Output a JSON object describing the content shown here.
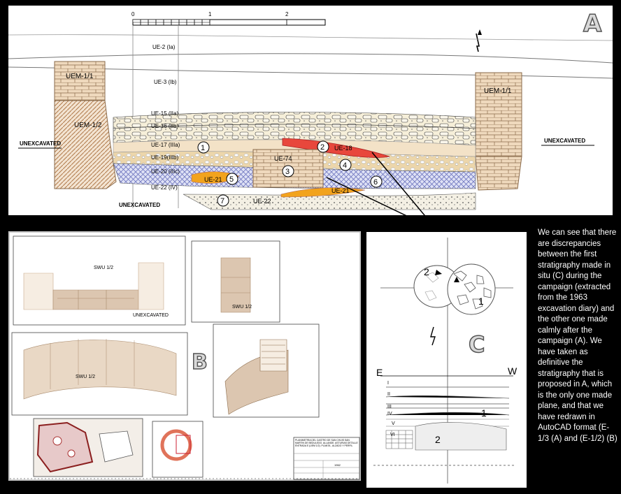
{
  "panel_a": {
    "letter": "A",
    "scale_labels": [
      "0",
      "1",
      "2"
    ],
    "layers": {
      "ue2": "UE-2 (Ia)",
      "ue3": "UE-3 (Ib)",
      "ue15": "UE-15 (IIa)",
      "ue16": "UE-16 (IIb)",
      "ue17": "UE-17 (IIIa)",
      "ue19": "UE-19(IIIb)",
      "ue20": "UE-20 (IIIc)",
      "ue22": "UE-22 (IV)"
    },
    "wall_left": "UEM-1/1",
    "wall_left_lower": "UEM-1/2",
    "wall_right": "UEM-1/1",
    "unexcavated_left": "UNEXCAVATED",
    "unexcavated_right": "UNEXCAVATED",
    "unexcavated_bottom": "UNEXCAVATED",
    "unit_labels": {
      "ue18": "UE-18",
      "ue74": "UE-74",
      "ue21_left": "UE-21",
      "ue21_right": "UE-21",
      "ue22": "UE-22"
    },
    "markers": [
      "1",
      "2",
      "3",
      "4",
      "5",
      "6",
      "7"
    ]
  },
  "panel_b": {
    "letter": "B",
    "swu_label": "SWU 1/2",
    "unexcavated": "UNEXCAVATED",
    "sheet_title": "PLANIMETRÍA DEL CASTRO DE SAN CHUIS SAN MARTIN DE BEDULEDO. ALLANDE. ASTURIAS DETALLE ENTRADA E (UEM 1/2). PLANTA , ALZADO Y PERFIL",
    "sheet_year": "1962"
  },
  "panel_c": {
    "letter": "C",
    "label_e": "E",
    "label_w": "W",
    "roman": [
      "I",
      "II",
      "III",
      "IV",
      "V",
      "VI"
    ],
    "numbers": [
      "2",
      "1",
      "1",
      "2"
    ]
  },
  "note": "We can see that there are discrepancies between the first stratigraphy made in situ (C) during the campaign (extracted from the 1963 excavation diary) and the other one made calmly after the campaign (A). We have taken as definitive the stratigraphy that is proposed in A, which is the only one made plane, and that we have redrawn in AutoCAD format (E-1/3 (A) and (E-1/2) (B)",
  "colors": {
    "stone": "#efd9bd",
    "stone_stroke": "#8a6a4a",
    "ue18_red": "#e8473c",
    "ue21_orange": "#f2a31d",
    "hatch_blue": "#7f86c9",
    "fill_tan": "#ecd5a8",
    "fill_sand": "#e5c98f"
  }
}
